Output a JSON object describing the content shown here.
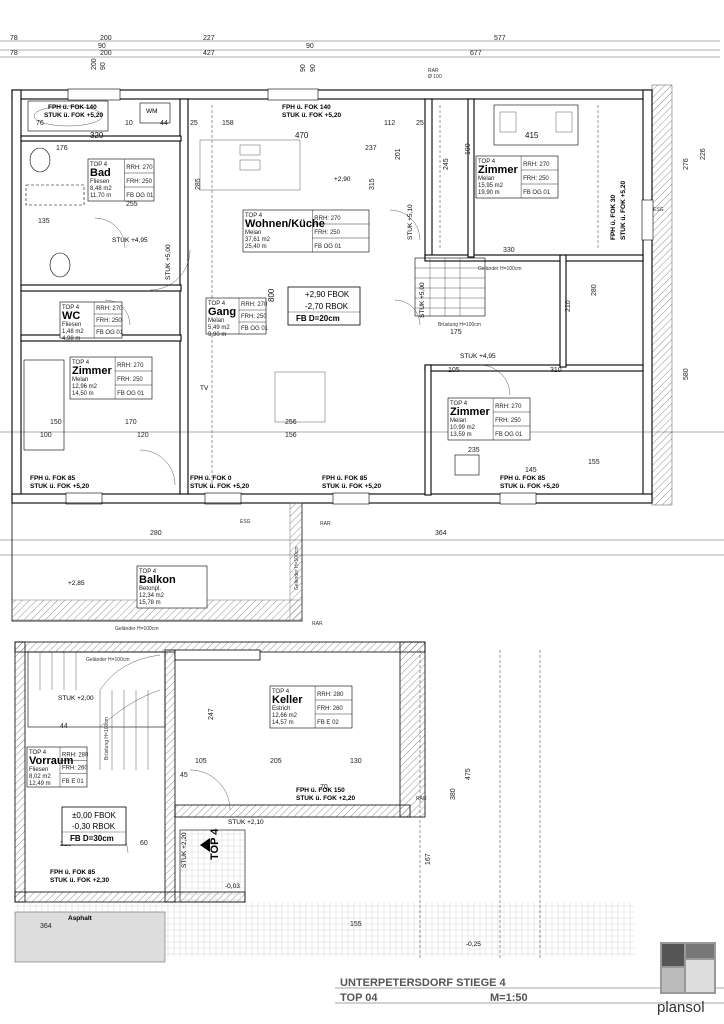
{
  "top_dims": {
    "row1": [
      "78",
      "200",
      "227",
      "577"
    ],
    "row2": [
      "90",
      "90"
    ],
    "row3": [
      "78",
      "200",
      "427",
      "677"
    ],
    "openings": [
      "200\n90",
      "90",
      "90"
    ]
  },
  "marks": {
    "rar_top": "RAR",
    "rar_sub": "Ø 100",
    "esg_right": "ESG",
    "esg_bottom": "ESG",
    "rar_bottom1": "RAR",
    "rar_bottom2": "RAR",
    "rar_keller": "RAR"
  },
  "windows": {
    "w1": "FPH ü. FOK 140",
    "w1b": "STUK ü. FOK +5,20",
    "w2": "FPH ü. FOK 140",
    "w2b": "STUK ü. FOK +5,20",
    "w3": "FPH ü. FOK 85",
    "w3b": "STUK ü. FOK +5,20",
    "w4": "FPH ü. FOK 0",
    "w4b": "STUK ü. FOK +5,20",
    "w5": "FPH ü. FOK 85",
    "w5b": "STUK ü. FOK +5,20",
    "w6": "FPH ü. FOK 85",
    "w6b": "STUK ü. FOK +5,20",
    "w7": "FPH ü. FOK 30",
    "w7b": "STUK ü. FOK +5,20",
    "w8": "FPH ü. FOK 150",
    "w8b": "STUK ü. FOK +2,20",
    "w9": "FPH ü. FOK 85",
    "w9b": "STUK ü. FOK +2,30"
  },
  "rooms": {
    "bad": {
      "top": "TOP 4",
      "name": "Bad",
      "floor": "Fliesen",
      "area": "8,48 m2",
      "vol": "11,70 m",
      "rrh": "RRH: 270",
      "frh": "FRH: 250",
      "fb": "FB OG 01"
    },
    "wohnen": {
      "top": "TOP 4",
      "name": "Wohnen/Küche",
      "floor": "Melan",
      "area": "37,61 m2",
      "vol": "25,40 m",
      "rrh": "RRH: 270",
      "frh": "FRH: 250",
      "fb": "FB OG 01"
    },
    "zimmer1": {
      "top": "TOP 4",
      "name": "Zimmer",
      "floor": "Melan",
      "area": "15,95 m2",
      "vol": "19,90 m",
      "rrh": "RRH: 270",
      "frh": "FRH: 250",
      "fb": "FB OG 01"
    },
    "wc": {
      "top": "TOP 4",
      "name": "WC",
      "floor": "Fliesen",
      "area": "1,48 m2",
      "vol": "4,98 m",
      "rrh": "RRH: 270",
      "frh": "FRH: 250",
      "fb": "FB OG 01"
    },
    "gang": {
      "top": "TOP 4",
      "name": "Gang",
      "floor": "Melan",
      "area": "5,49 m2",
      "vol": "9,90 m",
      "rrh": "RRH: 270",
      "frh": "FRH: 250",
      "fb": "FB OG 01"
    },
    "zimmer2": {
      "top": "TOP 4",
      "name": "Zimmer",
      "floor": "Melan",
      "area": "12,96 m2",
      "vol": "14,50 m",
      "rrh": "RRH: 270",
      "frh": "FRH: 250",
      "fb": "FB OG 01"
    },
    "zimmer3": {
      "top": "TOP 4",
      "name": "Zimmer",
      "floor": "Melan",
      "area": "10,99 m2",
      "vol": "13,59 m",
      "rrh": "RRH: 270",
      "frh": "FRH: 250",
      "fb": "FB OG 01"
    },
    "balkon": {
      "top": "TOP 4",
      "name": "Balkon",
      "floor": "Betonpl.",
      "area": "12,34 m2",
      "vol": "15,78 m"
    },
    "keller": {
      "top": "TOP 4",
      "name": "Keller",
      "floor": "Estrich",
      "area": "12,66 m2",
      "vol": "14,57 m",
      "rrh": "RRH: 280",
      "frh": "FRH: 260",
      "fb": "FB E 02"
    },
    "vorraum": {
      "top": "TOP 4",
      "name": "Vorraum",
      "floor": "Fliesen",
      "area": "8,02 m2",
      "vol": "12,49 m",
      "rrh": "RRH: 280",
      "frh": "FRH: 260",
      "fb": "FB E 01"
    }
  },
  "levels": {
    "og_fbok": "+2,90 FBOK",
    "og_rbok": "-2,70 RBOK",
    "og_fb": "FB D=20cm",
    "og_spot": "+2,90",
    "eg_fbok": "±0,00 FBOK",
    "eg_rbok": "-0,30 RBOK",
    "eg_fb": "FB D=30cm",
    "balkon_spot": "+2,85",
    "eg_spot": "-0,03",
    "ext_spot": "-0,25"
  },
  "notes": {
    "stuk1": "STUK +4,95",
    "stuk2": "STUK +5,00",
    "stuk3": "STUK +5,10",
    "stuk4": "STUK +4,95",
    "stuk5": "STUK +5,00",
    "stuk6": "STUK +2,10",
    "stuk7": "STUK +2,20",
    "stuk8": "STUK +2,00",
    "gelaender": "Geländer H=100cm",
    "bruestung": "Brüstung H=100cm",
    "top4": "TOP 4",
    "asphalt": "Asphalt",
    "wm": "WM",
    "tv": "TV"
  },
  "dims": {
    "d_76": "76",
    "d_10a": "10",
    "d_44": "44",
    "d_25a": "25",
    "d_158": "158",
    "d_112": "112",
    "d_25b": "25",
    "d_320": "320",
    "d_470": "470",
    "d_415": "415",
    "d_176": "176",
    "d_237": "237",
    "d_255": "255",
    "d_285": "285",
    "d_315": "315",
    "d_245": "245",
    "d_190": "190",
    "d_201": "201",
    "d_330": "330",
    "d_210": "210",
    "d_800": "800",
    "d_280": "280",
    "d_100": "100",
    "d_120": "120",
    "d_170": "170",
    "d_150": "150",
    "d_256": "256",
    "d_156": "156",
    "d_145": "145",
    "d_235": "235",
    "d_155": "155",
    "d_105": "105",
    "d_310": "310",
    "d_175": "175",
    "d_135": "135",
    "d_364": "364",
    "d_580": "580",
    "d_276": "276",
    "d_226": "226",
    "d_247": "247",
    "d_205": "205",
    "d_130": "130",
    "d_60": "60",
    "d_45": "45",
    "d_70": "70",
    "d_475": "475",
    "d_380": "380",
    "d_167": "167"
  },
  "title": {
    "line1": "UNTERPETERSDORF STIEGE 4",
    "line2": "TOP 04",
    "scale": "M=1:50",
    "brand": "plansol"
  }
}
